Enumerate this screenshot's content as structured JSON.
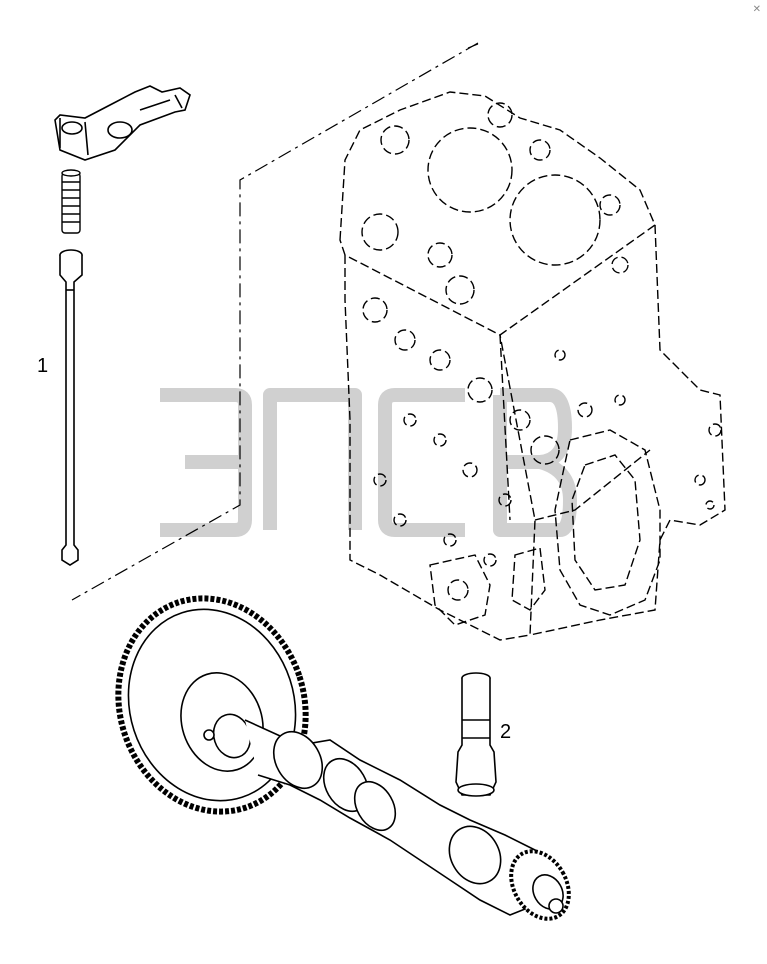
{
  "callouts": {
    "item_1": "1",
    "item_2": "2"
  },
  "watermark": {
    "text": "ЭПСВ"
  },
  "colors": {
    "line": "#000000",
    "watermark": "#c8c8c8",
    "background": "#ffffff"
  },
  "icons": {
    "corner_mark": "close-mark"
  }
}
